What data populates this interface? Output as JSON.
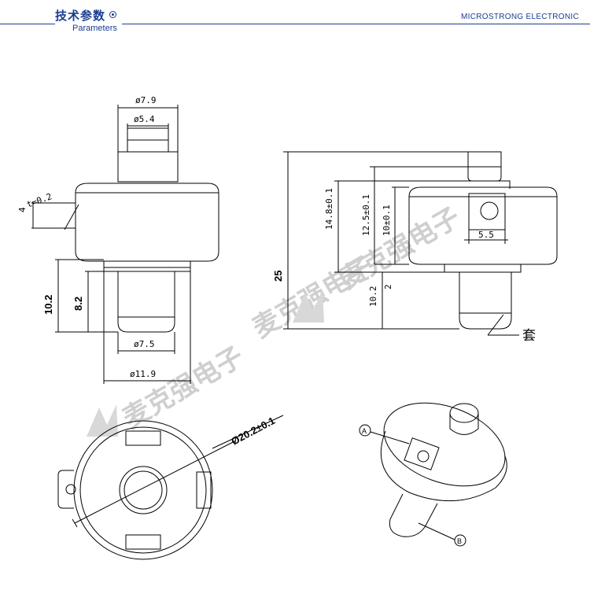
{
  "header": {
    "title_cn": "技术参数",
    "title_en": "Parameters",
    "brand": "MICROSTRONG ELECTRONIC"
  },
  "watermark": {
    "text_cn": "麦克强电子"
  },
  "front_view": {
    "dim_top_outer": "ø7.9",
    "dim_top_inner": "ø5.4",
    "dim_thickness": "t=0.2",
    "dim_left_small": "4",
    "dim_lower_left": "10.2",
    "dim_lower_inner": "8.2",
    "dim_bottom_inner": "ø7.5",
    "dim_bottom_outer": "ø11.9"
  },
  "side_view": {
    "dim_total": "25",
    "dim_14_8": "14.8±0.1",
    "dim_12_5": "12.5±0.1",
    "dim_10": "10±0.1",
    "dim_5_5": "5.5",
    "dim_2": "2",
    "dim_10_2": "10.2",
    "label_sleeve": "套"
  },
  "bottom_view": {
    "dim_diameter": "Ø20.2±0.1"
  },
  "iso_view": {
    "callout_a": "A",
    "callout_b": "B"
  },
  "colors": {
    "brand_blue": "#1a3d8f",
    "watermark_gray": "#cfcfcf"
  }
}
